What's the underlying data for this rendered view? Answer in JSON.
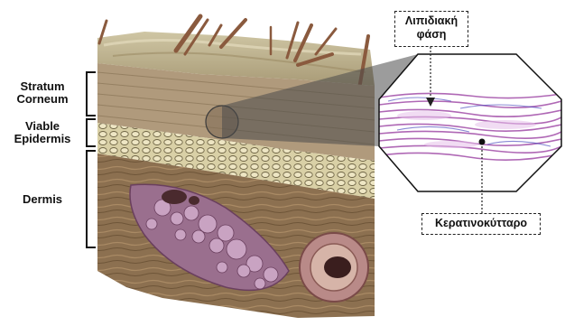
{
  "layers": {
    "stratum_corneum": "Stratum\nCorneum",
    "viable_epidermis": "Viable\nEpidermis",
    "dermis": "Dermis"
  },
  "callouts": {
    "lipid_phase": "Λιπιδιακή\nφάση",
    "keratinocyte": "Κερατινοκύτταρο"
  },
  "colors": {
    "corneum": "#b7a488",
    "epidermis": "#d8cfa6",
    "dermis": "#8e7352",
    "vessel": "#b88fae",
    "lipid": "#a24ea8"
  }
}
